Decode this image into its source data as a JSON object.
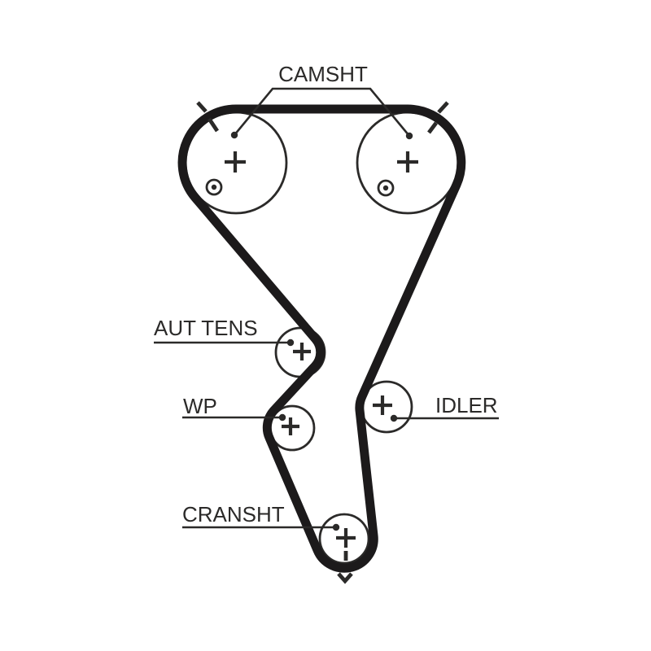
{
  "diagram": {
    "labels": {
      "camshaft": "CAMSHT",
      "auto_tensioner": "AUT TENS",
      "water_pump": "WP",
      "idler": "IDLER",
      "crankshaft": "CRANSHT"
    },
    "colors": {
      "background": "#ffffff",
      "line": "#2b2a29",
      "belt": "#1c1a1b"
    }
  }
}
